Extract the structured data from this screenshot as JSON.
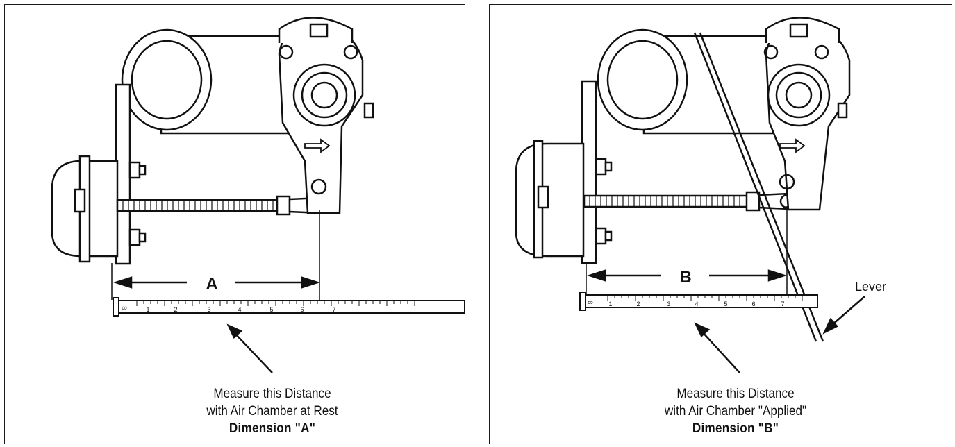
{
  "panels": [
    {
      "dimension_letter": "A",
      "caption_line1": "Measure this Distance",
      "caption_line2": "with Air Chamber at Rest",
      "caption_bold": "Dimension \"A\"",
      "ruler_numbers": [
        "1",
        "2",
        "3",
        "4",
        "5",
        "6",
        "7"
      ]
    },
    {
      "dimension_letter": "B",
      "caption_line1": "Measure this Distance",
      "caption_line2": "with Air Chamber \"Applied\"",
      "caption_bold": "Dimension \"B\"",
      "lever_label": "Lever",
      "ruler_numbers": [
        "1",
        "2",
        "3",
        "4",
        "5",
        "6",
        "7"
      ]
    }
  ],
  "colors": {
    "ink": "#111111",
    "paper": "#ffffff"
  }
}
